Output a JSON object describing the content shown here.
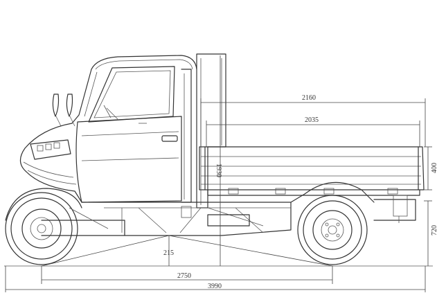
{
  "dimensions": {
    "cargo_bed_length": "2160",
    "cargo_inner_length": "2035",
    "cab_height": "1930",
    "bed_side_height": "400",
    "bed_floor_height": "720",
    "ground_clearance": "215",
    "wheelbase": "2750",
    "overall_length": "3990"
  }
}
